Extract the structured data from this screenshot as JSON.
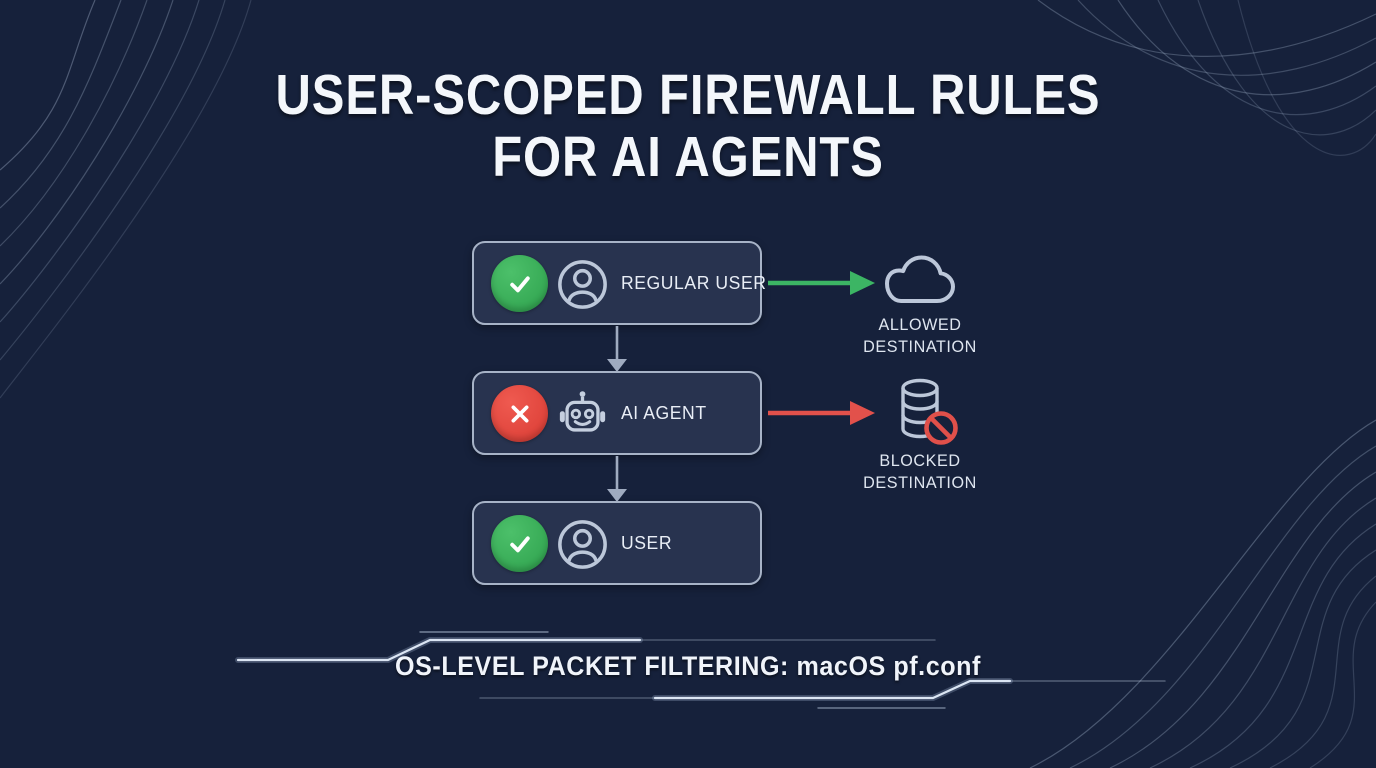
{
  "title": {
    "line1": "USER-SCOPED FIREWALL RULES",
    "line2": "FOR AI AGENTS"
  },
  "flow": {
    "nodes": [
      {
        "label": "REGULAR USER",
        "status": "allowed",
        "status_icon": "check-icon",
        "icon": "user-icon"
      },
      {
        "label": "AI AGENT",
        "status": "blocked",
        "status_icon": "x-icon",
        "icon": "robot-icon"
      },
      {
        "label": "USER",
        "status": "allowed",
        "status_icon": "check-icon",
        "icon": "user-icon"
      }
    ],
    "connections": [
      {
        "from": "REGULAR USER",
        "to": "AI AGENT",
        "style": "gray-arrow-down"
      },
      {
        "from": "AI AGENT",
        "to": "USER",
        "style": "gray-arrow-down"
      },
      {
        "from": "REGULAR USER",
        "to": "ALLOWED DESTINATION",
        "style": "green-arrow-right"
      },
      {
        "from": "AI AGENT",
        "to": "BLOCKED DESTINATION",
        "style": "red-arrow-right"
      }
    ],
    "destinations": [
      {
        "line1": "ALLOWED",
        "line2": "DESTINATION",
        "icon": "cloud-icon"
      },
      {
        "line1": "BLOCKED",
        "line2": "DESTINATION",
        "icon": "database-icon",
        "overlay_icon": "no-entry-icon"
      }
    ]
  },
  "footer": {
    "caption": "OS-LEVEL PACKET FILTERING: macOS pf.conf"
  },
  "colors": {
    "background": "#16213b",
    "panel_fill": "#28334f",
    "panel_border": "#a7b3c7",
    "allowed_green": "#34ab55",
    "blocked_red": "#e0473f",
    "arrow_green": "#3cb564",
    "arrow_red": "#e2514b",
    "connector_gray": "#9fabc0",
    "text": "#f2f5fa"
  }
}
